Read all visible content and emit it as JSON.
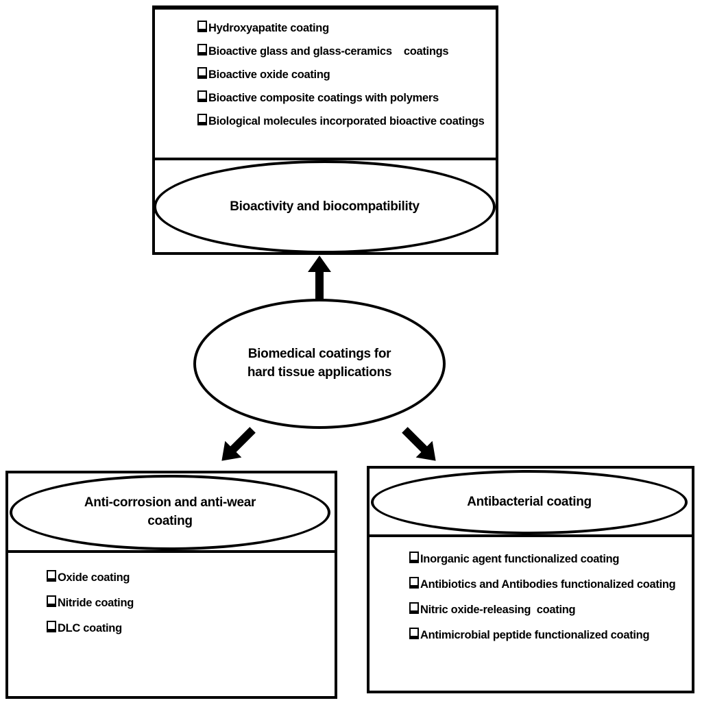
{
  "diagram": {
    "background": "#ffffff",
    "line_color": "#000000",
    "center_node": {
      "label": "Biomedical coatings for\nhard tissue applications"
    },
    "top_branch": {
      "title": "Bioactivity and biocompatibility",
      "items": [
        "Hydroxyapatite coating",
        "Bioactive glass and glass-ceramics    coatings",
        "Bioactive oxide coating",
        "Bioactive composite coatings with polymers",
        "Biological molecules incorporated bioactive coatings"
      ]
    },
    "left_branch": {
      "title": "Anti-corrosion and anti-wear\ncoating",
      "items": [
        "Oxide coating",
        "Nitride coating",
        "DLC coating"
      ]
    },
    "right_branch": {
      "title": "Antibacterial coating",
      "items": [
        "Inorganic agent functionalized coating",
        "Antibiotics and Antibodies functionalized coating",
        "Nitric oxide-releasing  coating",
        "Antimicrobial peptide functionalized coating"
      ]
    }
  }
}
